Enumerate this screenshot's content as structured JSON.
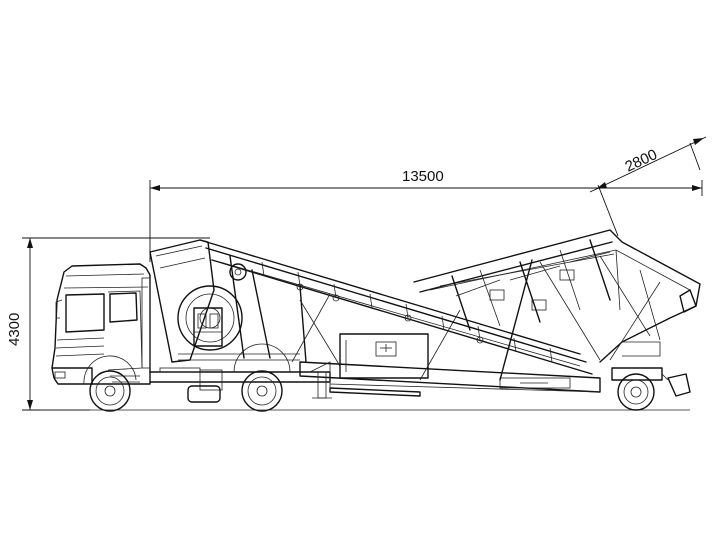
{
  "dimensions": {
    "length_label": "13500",
    "height_label": "4300",
    "width_label": "2800"
  },
  "colors": {
    "line": "#111111",
    "background": "#ffffff"
  }
}
